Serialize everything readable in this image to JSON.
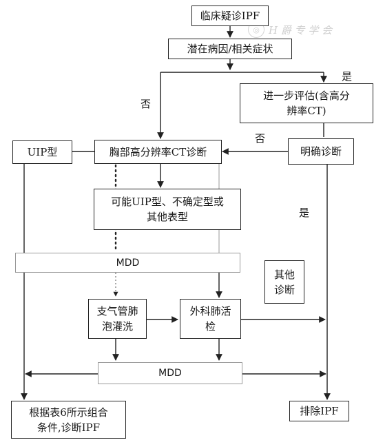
{
  "nodes": {
    "clinical_suspect": "临床疑诊IPF",
    "potential_cause": "潜在病因/相关症状",
    "further_eval_line1": "进一步评估(含高分",
    "further_eval_line2": "辨率CT)",
    "uip_type": "UIP型",
    "hrct_diagnosis": "胸部高分辨率CT诊断",
    "definite_diagnosis": "明确诊断",
    "possible_uip_line1": "可能UIP型、不确定型或",
    "possible_uip_line2": "其他表型",
    "mdd_1": "MDD",
    "other_diag_line1": "其他",
    "other_diag_line2": "诊断",
    "bal_line1": "支气管肺",
    "bal_line2": "泡灌洗",
    "surgical_line1": "外科肺活",
    "surgical_line2": "检",
    "mdd_2": "MDD",
    "combo_line1": "根据表6所示组合",
    "combo_line2": "条件,诊断IPF",
    "exclude_ipf": "排除IPF"
  },
  "labels": {
    "yes_top": "是",
    "no_left": "否",
    "no_mid": "否",
    "yes_right": "是"
  },
  "watermark": {
    "text": "H 爵 专 学 会",
    "seal": "◎"
  },
  "colors": {
    "line": "#222222",
    "light_line": "#999999",
    "box_border": "#222222"
  }
}
